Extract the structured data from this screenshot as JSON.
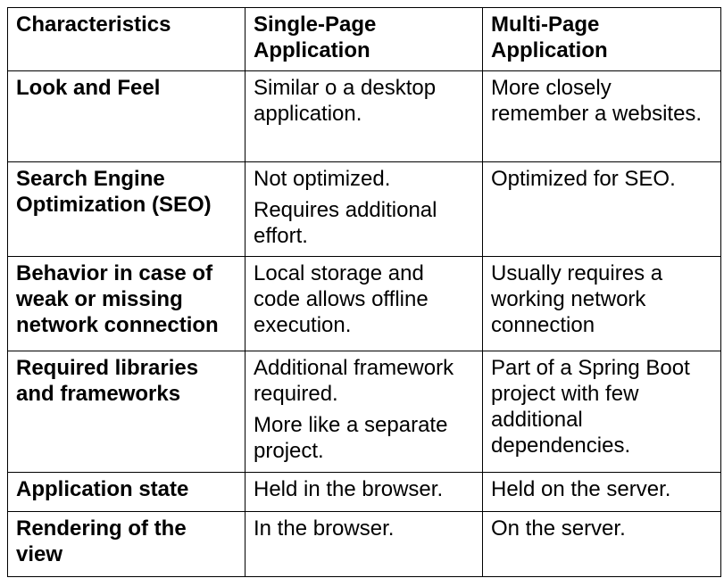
{
  "table": {
    "headers": [
      "Characteristics",
      "Single-Page Application",
      "Multi-Page Application"
    ],
    "rows": [
      {
        "characteristic": "Look and Feel",
        "spa": [
          "Similar o a desktop application."
        ],
        "mpa": [
          "More closely remember a websites."
        ]
      },
      {
        "characteristic": "Search Engine Optimization (SEO)",
        "spa": [
          "Not optimized.",
          "Requires additional effort."
        ],
        "mpa": [
          "Optimized for SEO."
        ]
      },
      {
        "characteristic": "Behavior in case of weak or missing network connection",
        "spa": [
          "Local storage and code allows offline execution."
        ],
        "mpa": [
          "Usually requires a working network connection"
        ]
      },
      {
        "characteristic": "Required libraries and frameworks",
        "spa": [
          "Additional framework required.",
          "More like a separate project."
        ],
        "mpa": [
          "Part of a Spring Boot project with few additional dependencies."
        ]
      },
      {
        "characteristic": "Application state",
        "spa": [
          "Held in the browser."
        ],
        "mpa": [
          "Held on the server."
        ]
      },
      {
        "characteristic": "Rendering of the view",
        "spa": [
          "In the browser."
        ],
        "mpa": [
          "On the server."
        ]
      }
    ]
  }
}
